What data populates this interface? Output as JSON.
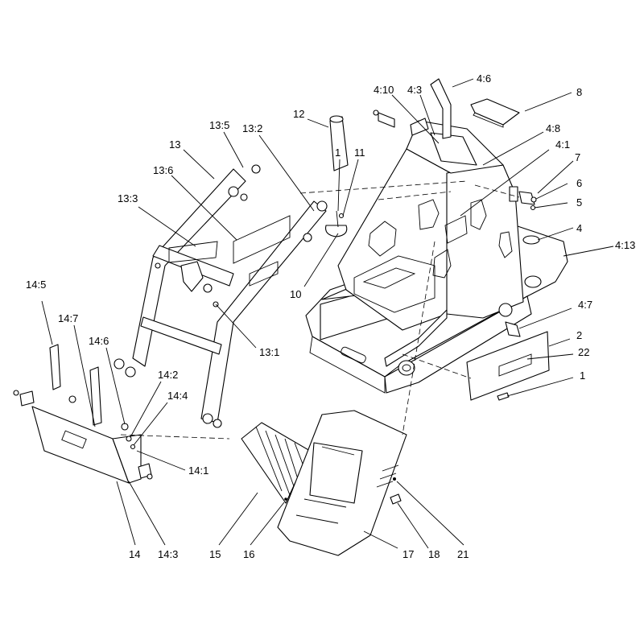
{
  "labels": [
    {
      "id": "l_4_6",
      "text": "4:6"
    },
    {
      "id": "l_8",
      "text": "8"
    },
    {
      "id": "l_4_10",
      "text": "4:10"
    },
    {
      "id": "l_4_3",
      "text": "4:3"
    },
    {
      "id": "l_12",
      "text": "12"
    },
    {
      "id": "l_13_5",
      "text": "13:5"
    },
    {
      "id": "l_13_2",
      "text": "13:2"
    },
    {
      "id": "l_13",
      "text": "13"
    },
    {
      "id": "l_13_6",
      "text": "13:6"
    },
    {
      "id": "l_1a",
      "text": "1"
    },
    {
      "id": "l_11",
      "text": "11"
    },
    {
      "id": "l_4_8",
      "text": "4:8"
    },
    {
      "id": "l_4_1",
      "text": "4:1"
    },
    {
      "id": "l_7",
      "text": "7"
    },
    {
      "id": "l_6",
      "text": "6"
    },
    {
      "id": "l_5",
      "text": "5"
    },
    {
      "id": "l_13_3",
      "text": "13:3"
    },
    {
      "id": "l_4",
      "text": "4"
    },
    {
      "id": "l_4_13",
      "text": "4:13"
    },
    {
      "id": "l_10",
      "text": "10"
    },
    {
      "id": "l_14_5",
      "text": "14:5"
    },
    {
      "id": "l_4_7",
      "text": "4:7"
    },
    {
      "id": "l_14_7",
      "text": "14:7"
    },
    {
      "id": "l_14_6",
      "text": "14:6"
    },
    {
      "id": "l_13_1",
      "text": "13:1"
    },
    {
      "id": "l_2",
      "text": "2"
    },
    {
      "id": "l_22",
      "text": "22"
    },
    {
      "id": "l_14_2",
      "text": "14:2"
    },
    {
      "id": "l_1b",
      "text": "1"
    },
    {
      "id": "l_14_4",
      "text": "14:4"
    },
    {
      "id": "l_14_1",
      "text": "14:1"
    },
    {
      "id": "l_14",
      "text": "14"
    },
    {
      "id": "l_14_3",
      "text": "14:3"
    },
    {
      "id": "l_15",
      "text": "15"
    },
    {
      "id": "l_16",
      "text": "16"
    },
    {
      "id": "l_17",
      "text": "17"
    },
    {
      "id": "l_18",
      "text": "18"
    },
    {
      "id": "l_21",
      "text": "21"
    }
  ]
}
